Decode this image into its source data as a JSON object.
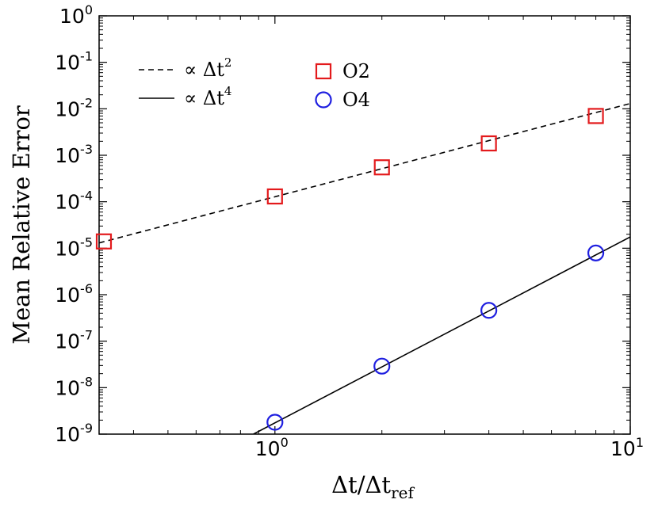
{
  "chart_data": {
    "type": "scatter",
    "title": "",
    "xlabel": {
      "base": "Δt/Δt",
      "sub": "ref"
    },
    "ylabel": "Mean Relative Error",
    "xscale": "log",
    "yscale": "log",
    "xlim": [
      0.32,
      10
    ],
    "ylim": [
      1e-09,
      1
    ],
    "grid": false,
    "legend_placement": "top-left",
    "xticks": [
      {
        "value": 1,
        "base": "10",
        "exp": "0"
      },
      {
        "value": 10,
        "base": "10",
        "exp": "1"
      }
    ],
    "yticks": [
      {
        "value": 1,
        "base": "10",
        "exp": "0"
      },
      {
        "value": 0.1,
        "base": "10",
        "exp": "-1"
      },
      {
        "value": 0.01,
        "base": "10",
        "exp": "-2"
      },
      {
        "value": 0.001,
        "base": "10",
        "exp": "-3"
      },
      {
        "value": 0.0001,
        "base": "10",
        "exp": "-4"
      },
      {
        "value": 1e-05,
        "base": "10",
        "exp": "-5"
      },
      {
        "value": 1e-06,
        "base": "10",
        "exp": "-6"
      },
      {
        "value": 1e-07,
        "base": "10",
        "exp": "-7"
      },
      {
        "value": 1e-08,
        "base": "10",
        "exp": "-8"
      },
      {
        "value": 1e-09,
        "base": "10",
        "exp": "-9"
      }
    ],
    "series": [
      {
        "name": "O2",
        "marker": "square",
        "color": "#e31a1c",
        "x": [
          0.33,
          1,
          2,
          4,
          8
        ],
        "y": [
          1.4e-05,
          0.00013,
          0.00055,
          0.0018,
          0.007
        ]
      },
      {
        "name": "O4",
        "marker": "circle",
        "color": "#1f1fe0",
        "x": [
          1,
          2,
          4,
          8
        ],
        "y": [
          1.8e-09,
          2.9e-08,
          4.6e-07,
          7.9e-06
        ]
      }
    ],
    "reference_lines": [
      {
        "name": "∝ Δt",
        "exponent": "2",
        "style": "dashed",
        "color": "#000000",
        "x": [
          0.32,
          10
        ],
        "y": [
          1.3e-05,
          0.013
        ]
      },
      {
        "name": "∝ Δt",
        "exponent": "4",
        "style": "solid",
        "color": "#000000",
        "x": [
          0.87,
          10
        ],
        "y": [
          1e-09,
          1.75e-05
        ]
      }
    ]
  }
}
